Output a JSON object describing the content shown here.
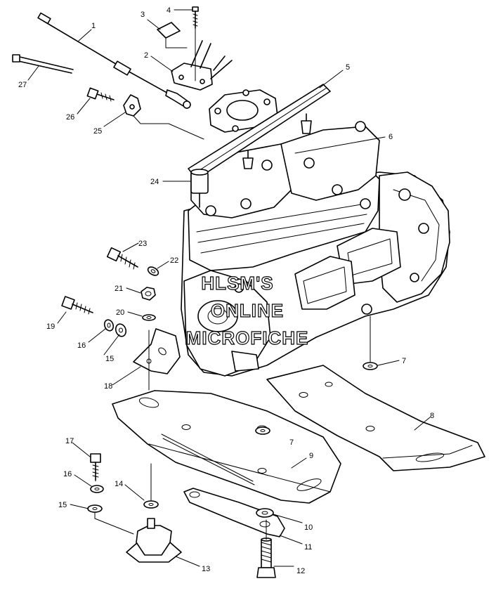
{
  "watermark": {
    "line1": "HLSM'S",
    "line2": "ONLINE",
    "line3": "MICROFICHE"
  },
  "callouts": [
    {
      "id": "c1",
      "label": "1"
    },
    {
      "id": "c2",
      "label": "2"
    },
    {
      "id": "c3",
      "label": "3"
    },
    {
      "id": "c4",
      "label": "4"
    },
    {
      "id": "c5",
      "label": "5"
    },
    {
      "id": "c6",
      "label": "6"
    },
    {
      "id": "c7a",
      "label": "7"
    },
    {
      "id": "c7b",
      "label": "7"
    },
    {
      "id": "c8",
      "label": "8"
    },
    {
      "id": "c9",
      "label": "9"
    },
    {
      "id": "c10",
      "label": "10"
    },
    {
      "id": "c11",
      "label": "11"
    },
    {
      "id": "c12",
      "label": "12"
    },
    {
      "id": "c13",
      "label": "13"
    },
    {
      "id": "c14",
      "label": "14"
    },
    {
      "id": "c15a",
      "label": "15"
    },
    {
      "id": "c15b",
      "label": "15"
    },
    {
      "id": "c16a",
      "label": "16"
    },
    {
      "id": "c16b",
      "label": "16"
    },
    {
      "id": "c17",
      "label": "17"
    },
    {
      "id": "c18",
      "label": "18"
    },
    {
      "id": "c19",
      "label": "19"
    },
    {
      "id": "c20",
      "label": "20"
    },
    {
      "id": "c21",
      "label": "21"
    },
    {
      "id": "c22",
      "label": "22"
    },
    {
      "id": "c23",
      "label": "23"
    },
    {
      "id": "c24",
      "label": "24"
    },
    {
      "id": "c25",
      "label": "25"
    },
    {
      "id": "c26",
      "label": "26"
    },
    {
      "id": "c27",
      "label": "27"
    }
  ]
}
